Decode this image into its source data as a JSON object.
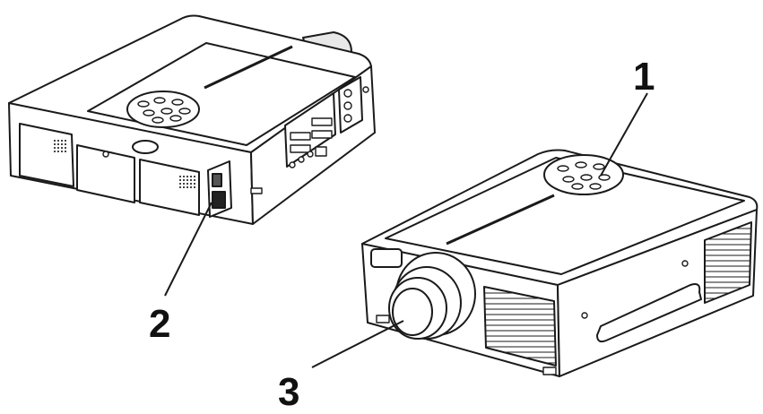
{
  "callouts": [
    {
      "id": "1",
      "label": "1"
    },
    {
      "id": "2",
      "label": "2"
    },
    {
      "id": "3",
      "label": "3"
    }
  ],
  "colors": {
    "line": "#1a1a1a",
    "body": "#ffffff",
    "shade": "#d9d9d9",
    "dark": "#6e6e6e"
  }
}
